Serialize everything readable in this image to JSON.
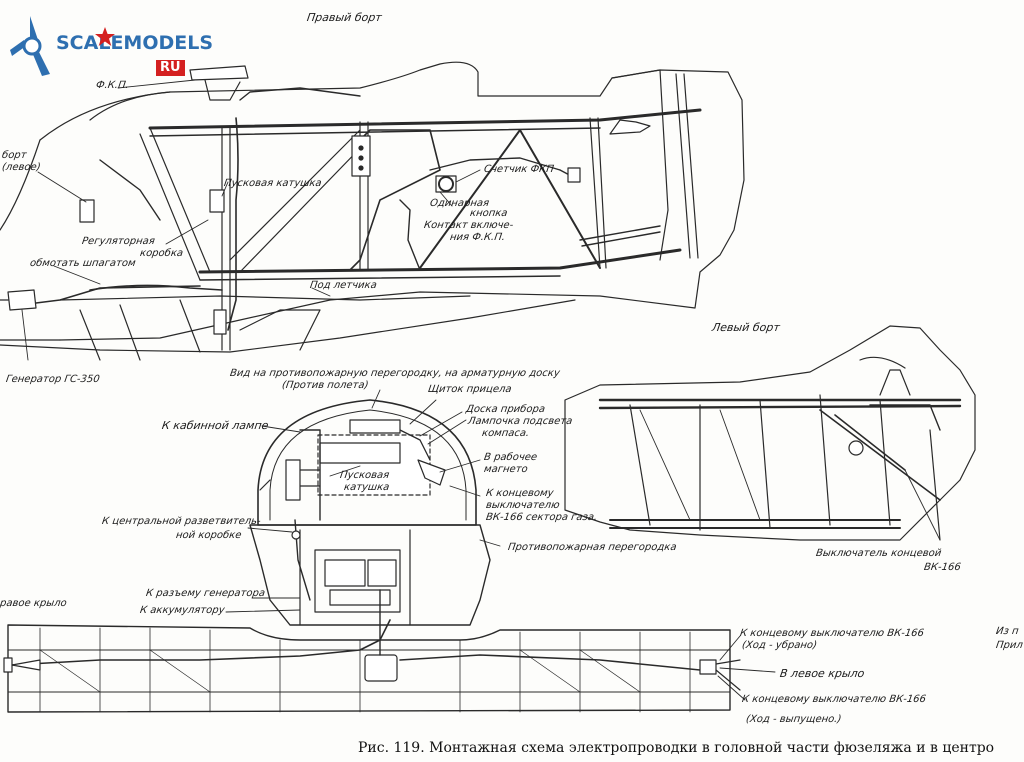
{
  "logo": {
    "text": "SCALEMODELS",
    "badge": "RU",
    "colors": {
      "primary": "#2e6fb0",
      "star": "#d42020"
    }
  },
  "labels": {
    "pravyi_bort": "Правый борт",
    "fkp": "Ф.К.П.",
    "bort_left_1": "борт",
    "bort_left_2": "(левое)",
    "puskovaya_katushka": "Пусковая катушка",
    "schetchik_fkp": "Счетчик ФКП",
    "odinarnaya_knopka": "Одинарная",
    "knopka": "кнопка",
    "kontakt_vklyuch": "Контакт включе-",
    "niya_fkp": "ния Ф.К.П.",
    "regulyatornaya": "Регуляторная",
    "korobka": "коробка",
    "obmotat": "обмотать шпагатом",
    "pod_letchika": "Под летчика",
    "levyi_bort": "Левый борт",
    "generator": "Генератор ГС-350",
    "vid_1": "Вид на противопожарную перегородку, на арматурную доску",
    "vid_2": "(Против полета)",
    "shchitok": "Щиток прицела",
    "doska_pribor": "Доска прибора",
    "lampochka_1": "Лампочка подсвета",
    "lampochka_2": "компаса.",
    "k_kabinnoi": "К кабинной лампе",
    "v_rabochee_1": "В рабочее",
    "v_rabochee_2": "магнето",
    "puskovaya_2a": "Пусковая",
    "puskovaya_2b": "катушка",
    "k_konc_1": "К концевому",
    "k_konc_2": "выключателю",
    "k_konc_3": "ВК-166 сектора газа.",
    "k_central_1": "К центральной разветвитель-",
    "k_central_2": "ной коробке",
    "protivopozharnaya": "Противопожарная перегородка",
    "vyklyuchatel_1": "Выключатель концевой",
    "vyklyuchatel_2": "ВК-166",
    "k_razemu": "К разъему генератора",
    "k_akkum": "К аккумулятору",
    "pravoe_krylo": "равое крыло",
    "k_konc_vk_1": "К концевому выключателю ВК-166",
    "k_konc_vk_1b": "(Ход - убрано)",
    "v_levoe": "В левое крыло",
    "k_konc_vk_2": "К концевому выключателю ВК-166",
    "k_konc_vk_2b": "(Ход - выпущено.)",
    "iz_p_1": "Из п",
    "iz_p_2": "Прил"
  },
  "caption": "Рис. 119. Монтажная схема электропроводки в головной части фюзеляжа и в центро"
}
